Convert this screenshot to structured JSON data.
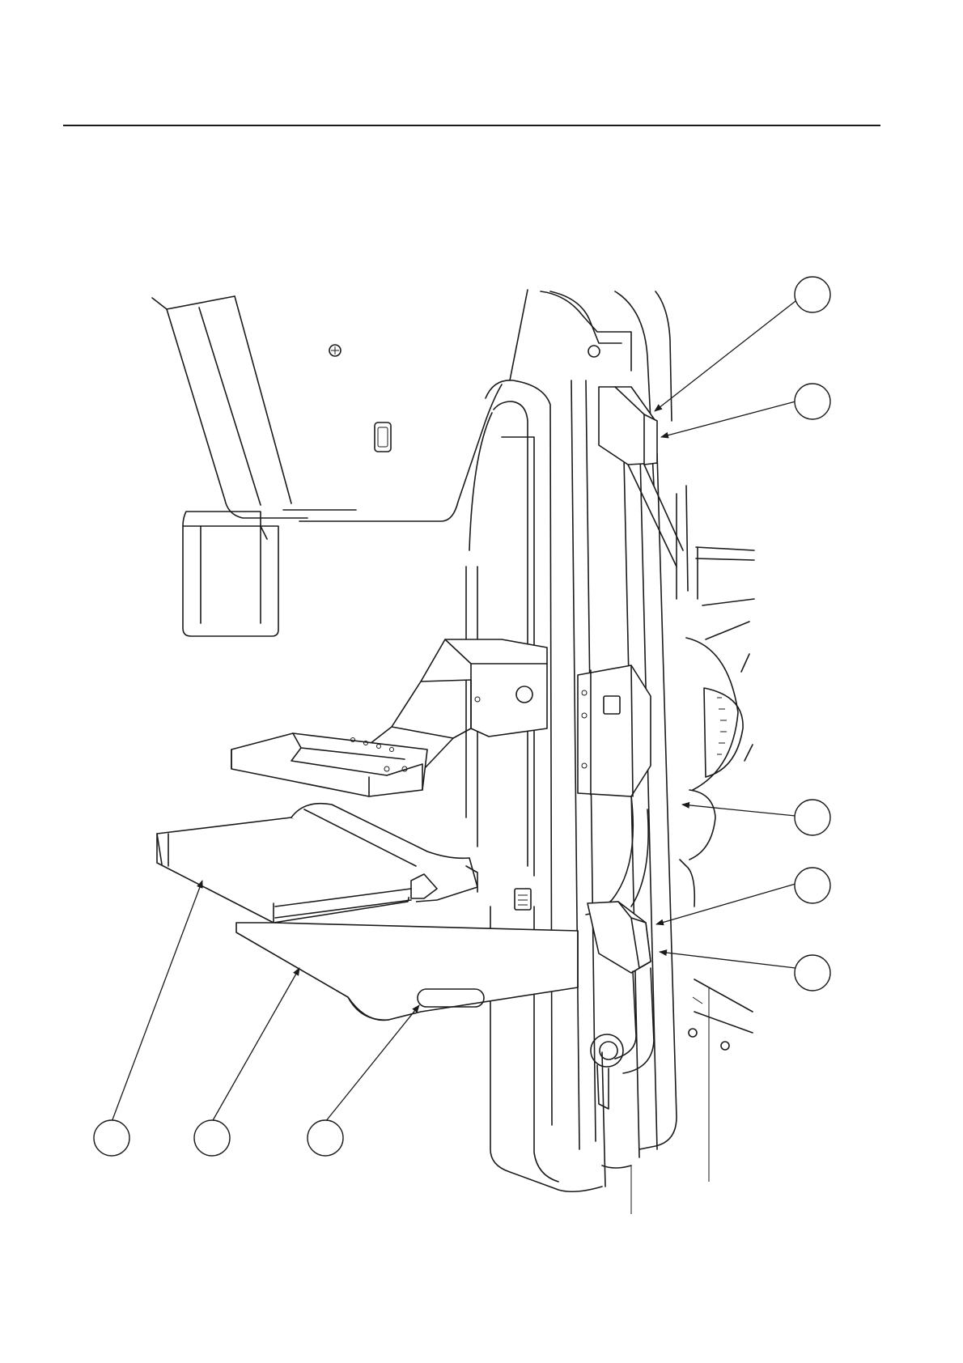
{
  "figure": {
    "callouts": [
      {
        "id": "callout-upper-handle"
      },
      {
        "id": "callout-upper-handle-button"
      },
      {
        "id": "callout-rotation-dial"
      },
      {
        "id": "callout-lower-handle"
      },
      {
        "id": "callout-lower-handle-button"
      },
      {
        "id": "callout-cassette-holder"
      },
      {
        "id": "callout-bucky-table"
      },
      {
        "id": "callout-table-grip"
      }
    ]
  },
  "colors": {
    "ink": "#1a1a1a",
    "paper": "#ffffff"
  }
}
